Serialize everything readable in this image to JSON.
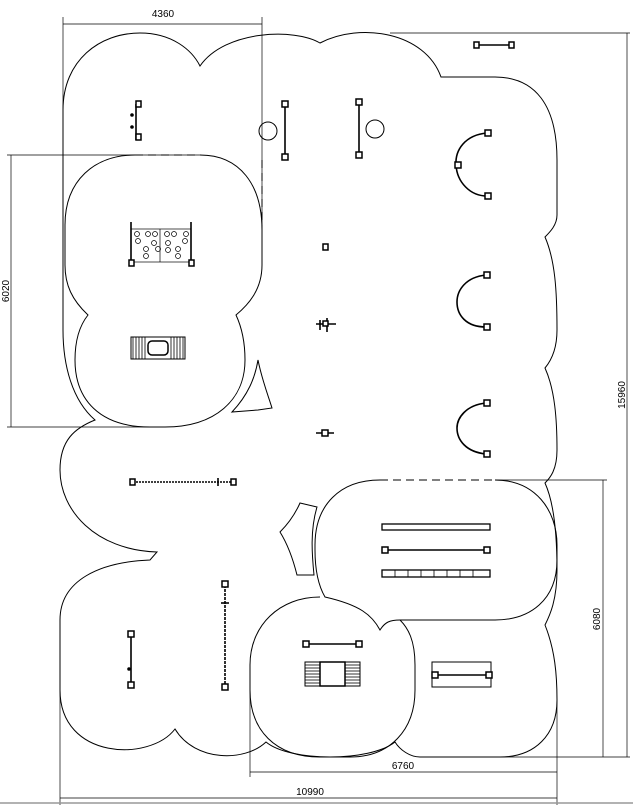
{
  "drawing": {
    "dimensions": {
      "top_width": "4360",
      "left_height": "6020",
      "total_height": "15960",
      "right_height": "6080",
      "bottom_partial_width": "6760",
      "total_width": "10990"
    }
  }
}
